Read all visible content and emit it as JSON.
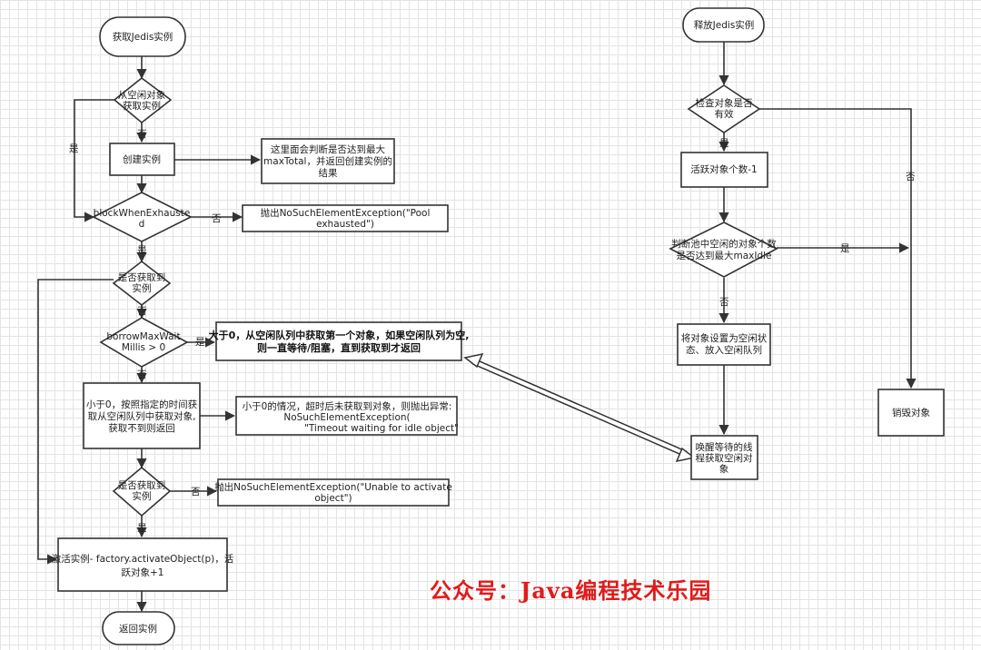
{
  "nodes": {
    "get_start": "获取Jedis实例",
    "idle_fetch": [
      "从空闲对象",
      "获取实例"
    ],
    "create": "创建实例",
    "create_note": [
      "这里面会判断是否达到最大",
      "maxTotal，并返回创建实例的",
      "结果"
    ],
    "block": [
      "blockWhenExhauste",
      "d"
    ],
    "pool_exhausted": [
      "抛出NoSuchElementException(\"Pool",
      "exhausted\")"
    ],
    "got1": [
      "是否获取到",
      "实例"
    ],
    "borrow": [
      "borrowMaxWait",
      "Millis > 0"
    ],
    "wait_forever": [
      "大于0，从空闲队列中获取第一个对象，如果空闲队列为空,",
      "则一直等待/阻塞，直到获取到才返回"
    ],
    "wait_timeout": [
      "小于0，按照指定的时间获",
      "取从空闲队列中获取对象,",
      "获取不到则返回"
    ],
    "timeout_note": [
      "小于0的情况，超时后未获取到对象，则抛出异常:",
      "NoSuchElementException(",
      "\"Timeout waiting for idle object\""
    ],
    "got2": [
      "是否获取到",
      "实例"
    ],
    "activate_fail": [
      "抛出NoSuchElementException(\"Unable to activate",
      "object\")"
    ],
    "activate": [
      "激活实例- factory.activateObject(p)，活",
      "跃对象+1"
    ],
    "return": "返回实例",
    "release_start": "释放Jedis实例",
    "check_valid": [
      "检查对象是否",
      "有效"
    ],
    "active_dec": "活跃对象个数-1",
    "max_idle": [
      "判断池中空闲的对象个数",
      "是否达到最大maxIdle"
    ],
    "set_idle": [
      "将对象设置为空闲状",
      "态、放入空闲队列"
    ],
    "wake": [
      "唤醒等待的线",
      "程获取空闲对",
      "象"
    ],
    "destroy": "销毁对象"
  },
  "labels": {
    "yes": "是",
    "no": "否"
  },
  "watermark": "公众号：Java编程技术乐园"
}
